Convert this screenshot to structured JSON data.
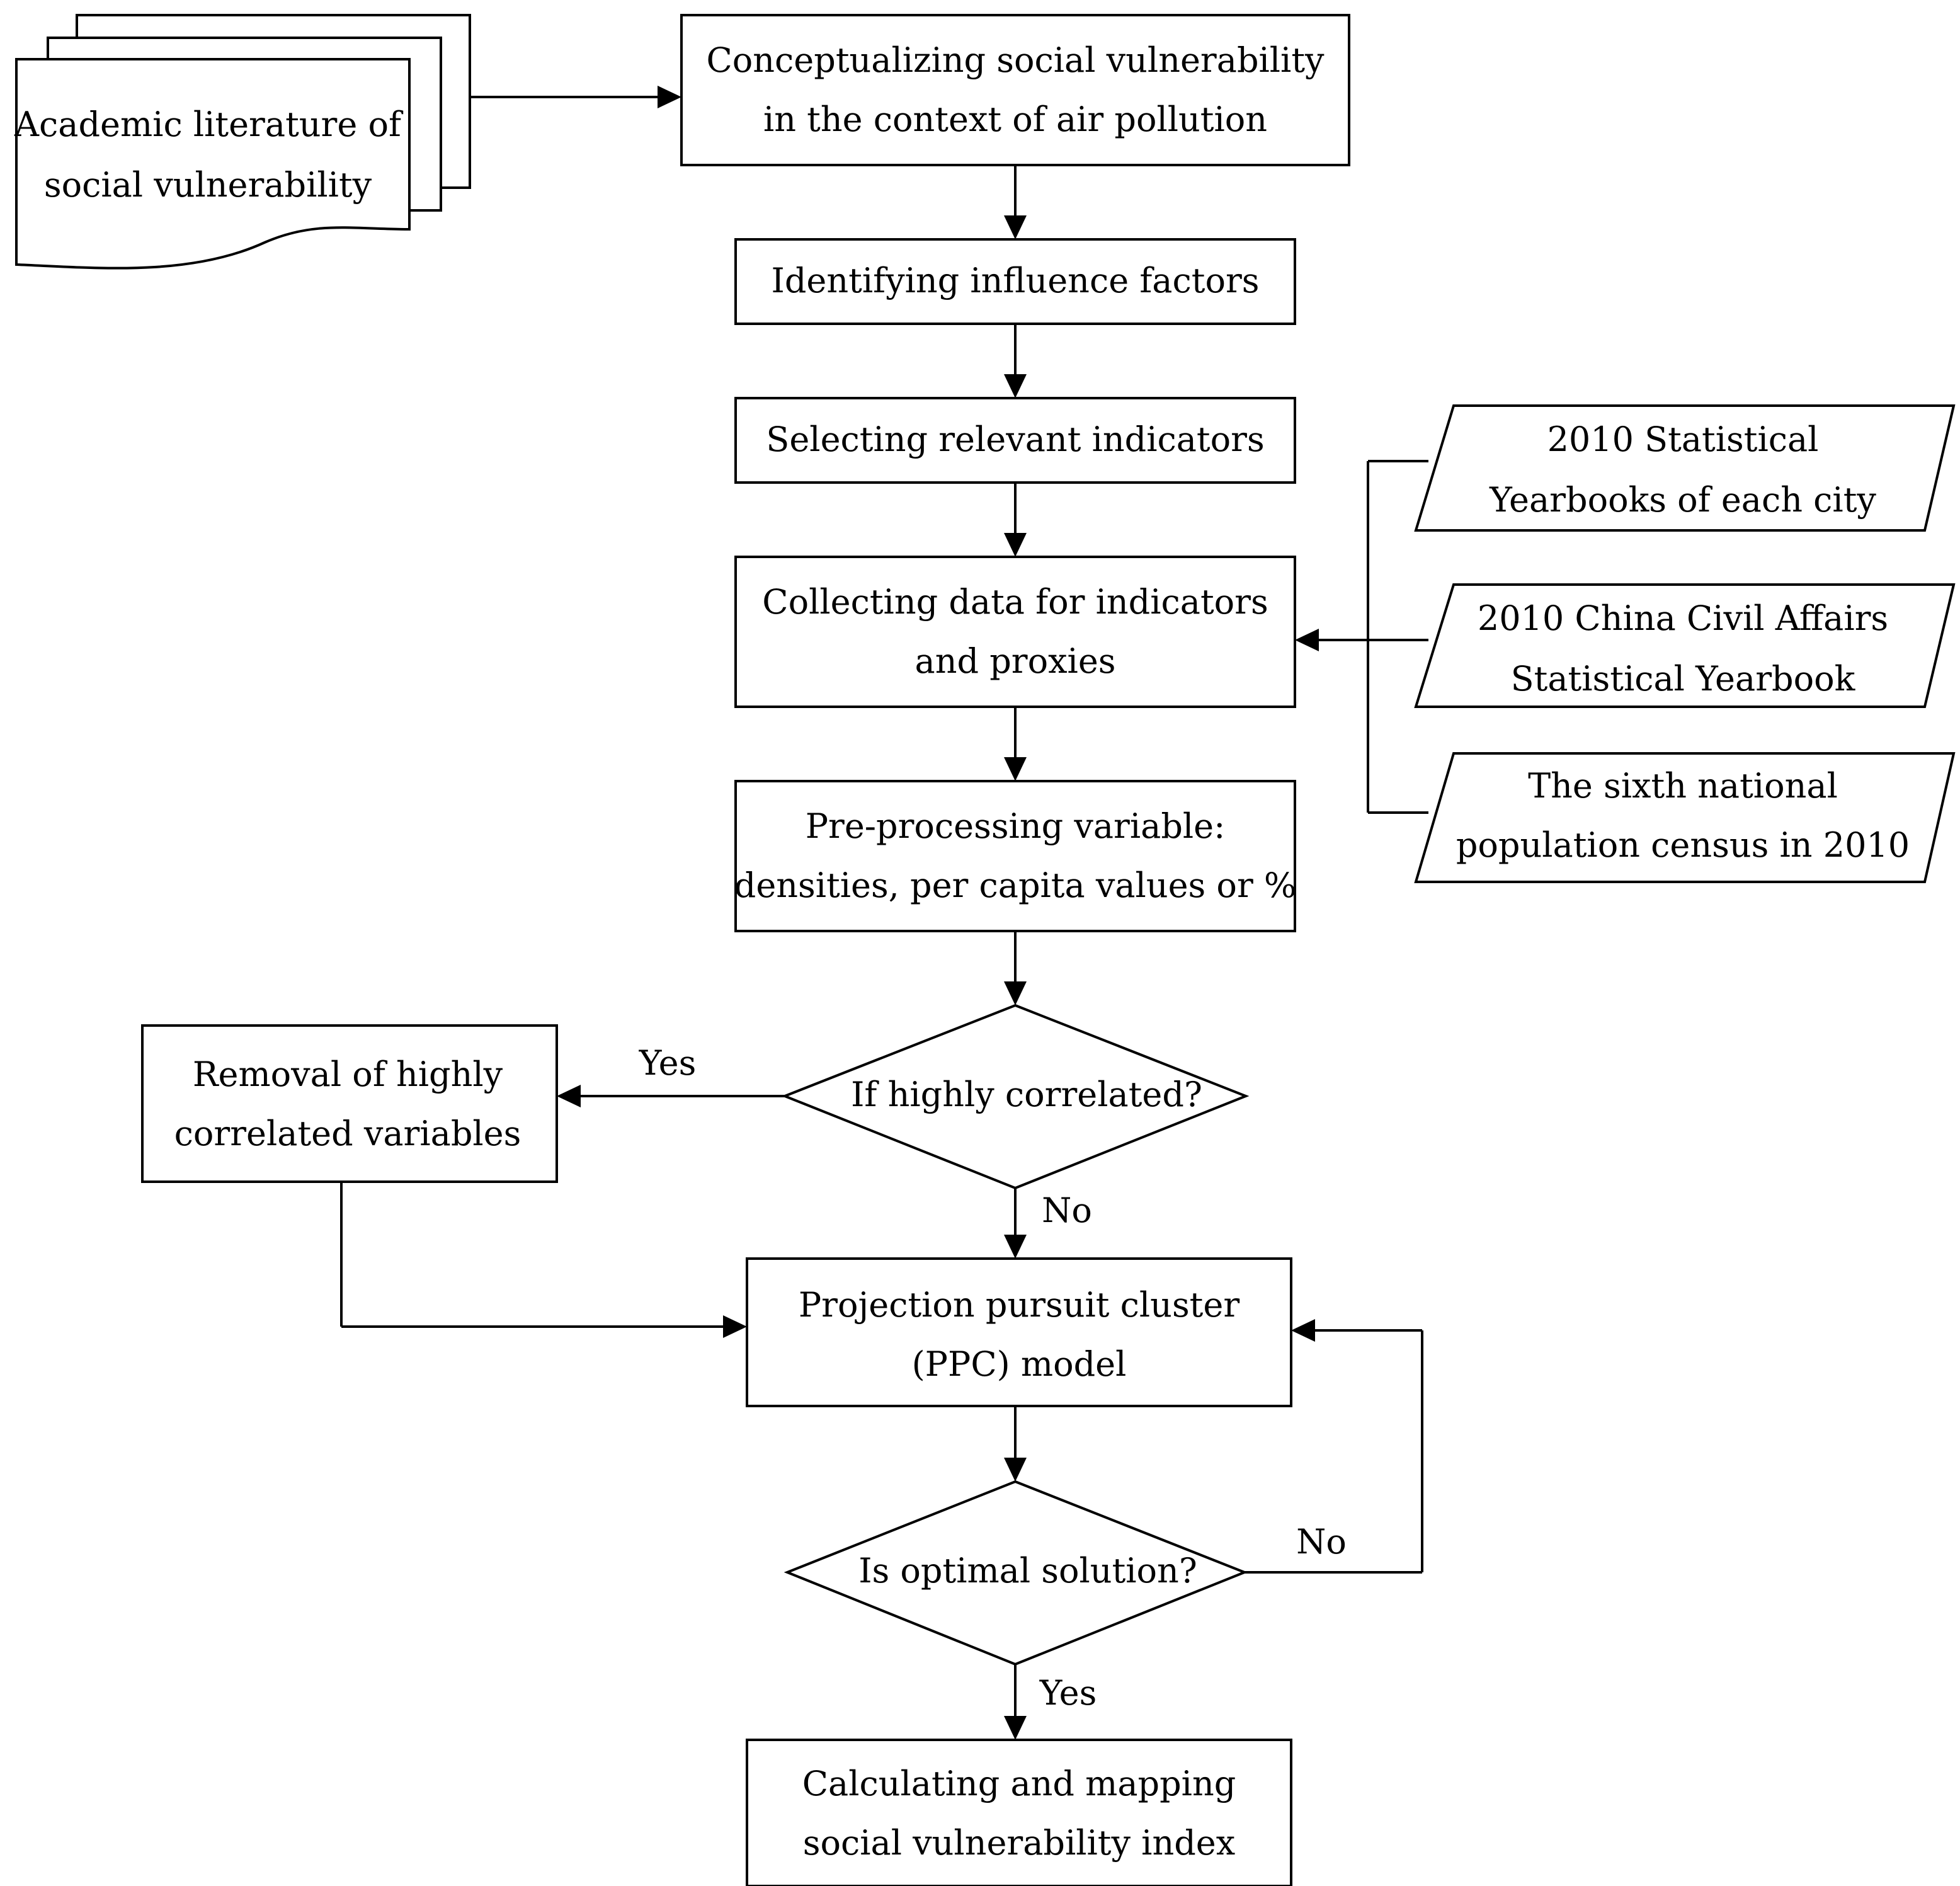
{
  "nodes": {
    "literature": {
      "line1": "Academic literature of",
      "line2": "social vulnerability"
    },
    "conceptualizing": {
      "line1": "Conceptualizing social vulnerability",
      "line2": "in the context of air pollution"
    },
    "identifying": {
      "line1": "Identifying influence factors"
    },
    "selecting": {
      "line1": "Selecting relevant indicators"
    },
    "collecting": {
      "line1": "Collecting data for indicators",
      "line2": "and proxies"
    },
    "yearbooks": {
      "line1": "2010 Statistical",
      "line2": "Yearbooks of each city"
    },
    "civil_affairs": {
      "line1": "2010 China Civil Affairs",
      "line2": "Statistical Yearbook"
    },
    "census": {
      "line1": "The sixth national",
      "line2": "population census in 2010"
    },
    "preprocessing": {
      "line1": "Pre-processing variable:",
      "line2": "densities, per capita values or %"
    },
    "correlated_decision": {
      "line1": "If highly correlated?"
    },
    "removal": {
      "line1": "Removal of highly",
      "line2": "correlated variables"
    },
    "ppc": {
      "line1": "Projection pursuit cluster",
      "line2": "(PPC) model"
    },
    "optimal_decision": {
      "line1": "Is optimal solution?"
    },
    "calculating": {
      "line1": "Calculating and mapping",
      "line2": "social vulnerability index"
    }
  },
  "edge_labels": {
    "correlated_yes": "Yes",
    "correlated_no": "No",
    "optimal_no": "No",
    "optimal_yes": "Yes"
  }
}
